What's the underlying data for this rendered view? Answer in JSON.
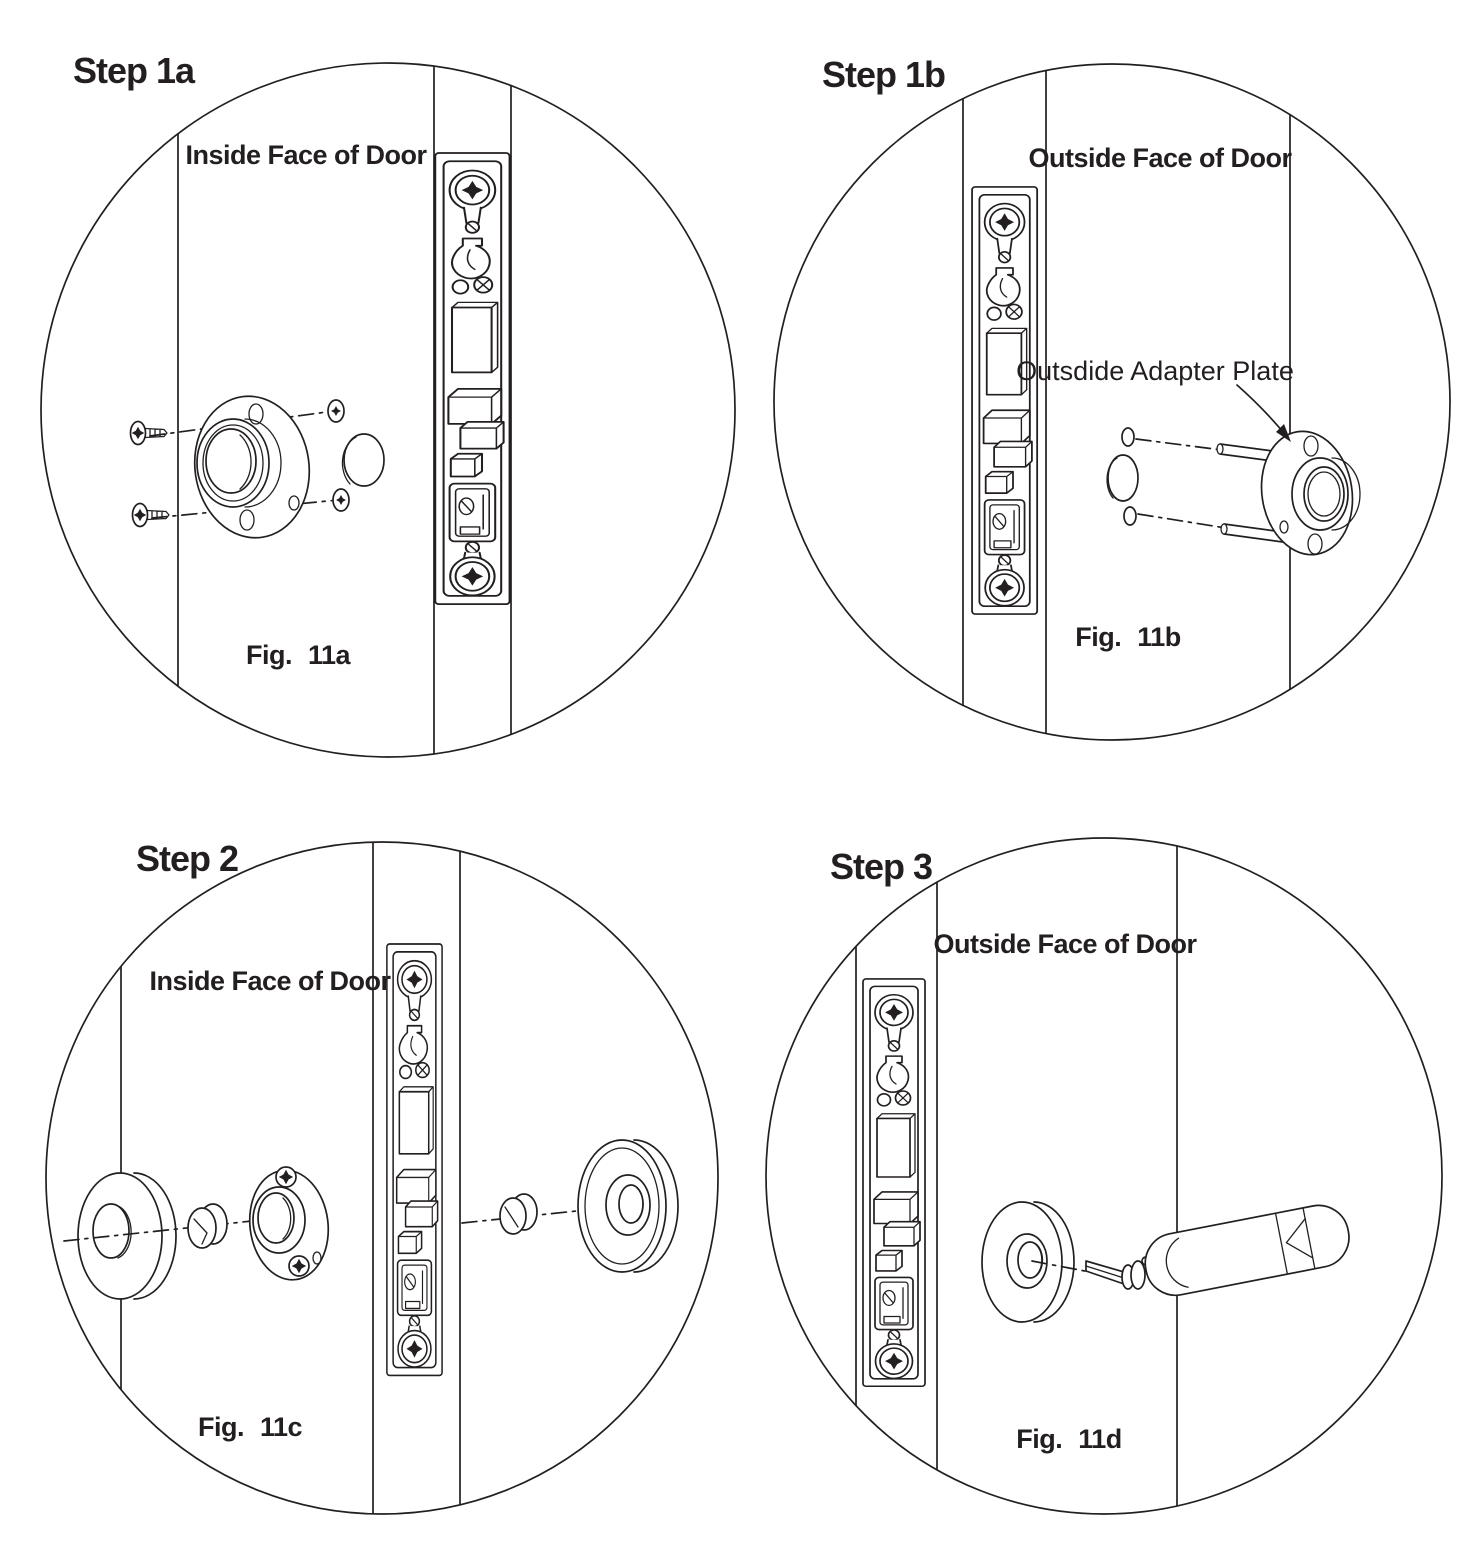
{
  "document": {
    "background": "#ffffff",
    "ink": "#231f20",
    "type": "door-lock-installation-instructions"
  },
  "panels": [
    {
      "step_label": "Step 1a",
      "face_label": "Inside Face of Door",
      "fig_label": "Fig. 11a"
    },
    {
      "step_label": "Step 1b",
      "face_label": "Outside Face of Door",
      "fig_label": "Fig. 11b",
      "annotation": "Outsdide Adapter Plate"
    },
    {
      "step_label": "Step 2",
      "face_label": "Inside Face of Door",
      "fig_label": "Fig. 11c"
    },
    {
      "step_label": "Step 3",
      "face_label": "Outside Face of Door",
      "fig_label": "Fig. 11d"
    }
  ]
}
